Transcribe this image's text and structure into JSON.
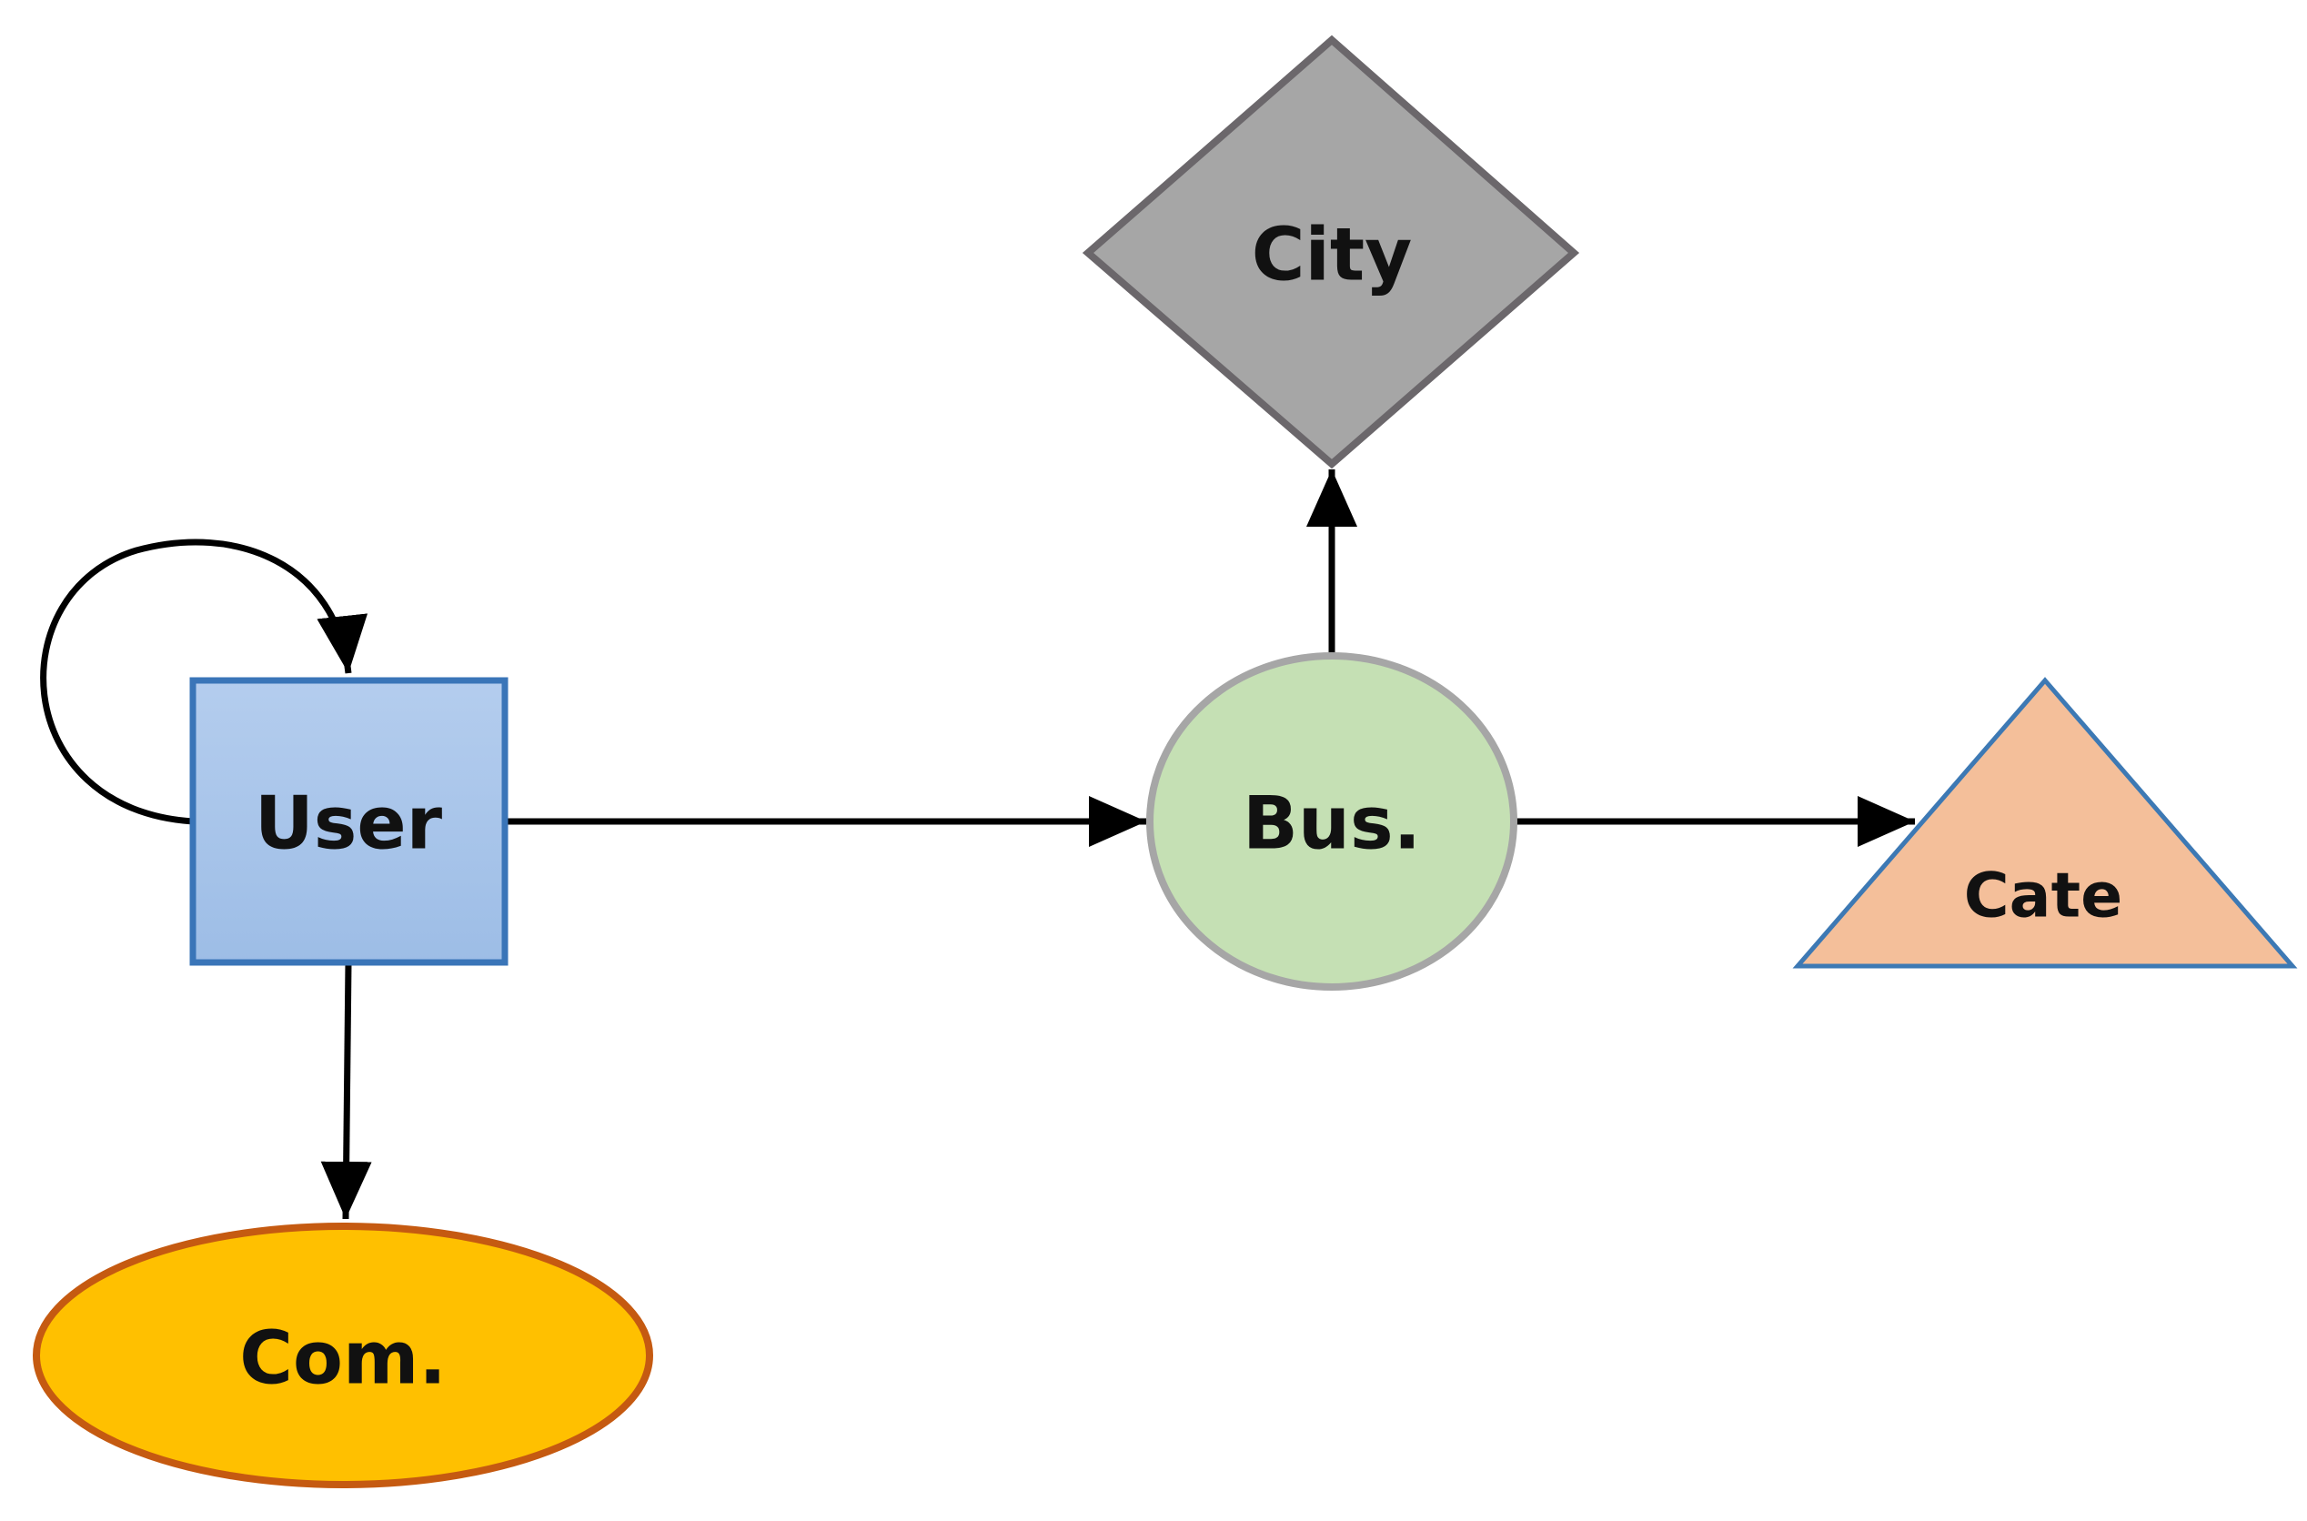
{
  "nodes": {
    "user": {
      "label": "User",
      "shape": "square",
      "fill": "#9dbde6",
      "fill_top": "#b4cdee",
      "stroke": "#3a75b8"
    },
    "business": {
      "label": "Bus.",
      "shape": "circle",
      "fill": "#c5e0b4",
      "stroke": "#a6a6a6"
    },
    "city": {
      "label": "City",
      "shape": "diamond",
      "fill": "#a6a6a6",
      "stroke": "#6b676b"
    },
    "category": {
      "label": "Cate",
      "shape": "triangle",
      "fill": "#f4bf9a",
      "stroke": "#3d79b4"
    },
    "compliment": {
      "label": "Com.",
      "shape": "ellipse",
      "fill": "#ffc000",
      "stroke": "#c55a11"
    }
  },
  "edges": [
    {
      "from": "user",
      "to": "user",
      "type": "self-loop"
    },
    {
      "from": "user",
      "to": "business"
    },
    {
      "from": "user",
      "to": "compliment"
    },
    {
      "from": "business",
      "to": "city"
    },
    {
      "from": "business",
      "to": "category"
    }
  ],
  "colors": {
    "edge": "#000000",
    "background": "#ffffff"
  }
}
